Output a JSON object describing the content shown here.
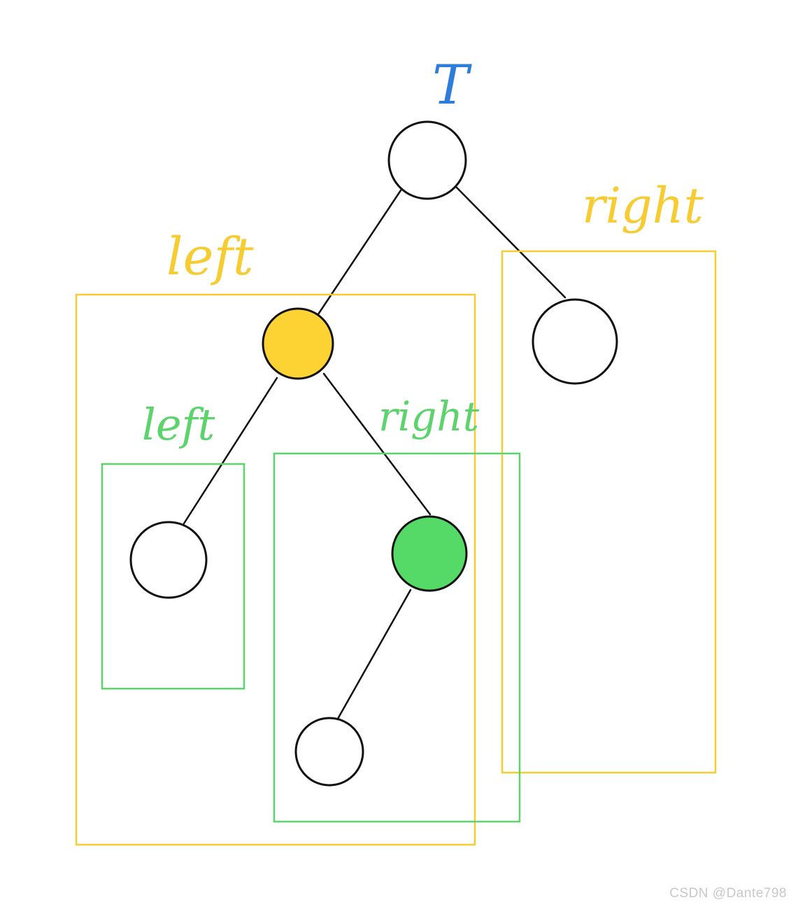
{
  "labels": {
    "root": "T",
    "outer_left": "left",
    "outer_right": "right",
    "inner_left": "left",
    "inner_right": "right"
  },
  "watermark": "CSDN @Dante798",
  "colors": {
    "background": "#ffffff",
    "root_label": "#2f7ddb",
    "outer_boxes": "#f7cc33",
    "highlight_node": "#fdd333",
    "inner_boxes": "#5cd36b",
    "highlight_node_2": "#55d967",
    "node_stroke": "#111111",
    "edge": "#111111",
    "watermark": "#c8c8c8"
  },
  "nodes": [
    {
      "id": "root",
      "fill": "white"
    },
    {
      "id": "left-child",
      "fill": "yellow"
    },
    {
      "id": "right-child",
      "fill": "white"
    },
    {
      "id": "left-left-grandchild",
      "fill": "white"
    },
    {
      "id": "left-right-grandchild",
      "fill": "green"
    },
    {
      "id": "great-grandchild",
      "fill": "white"
    }
  ]
}
